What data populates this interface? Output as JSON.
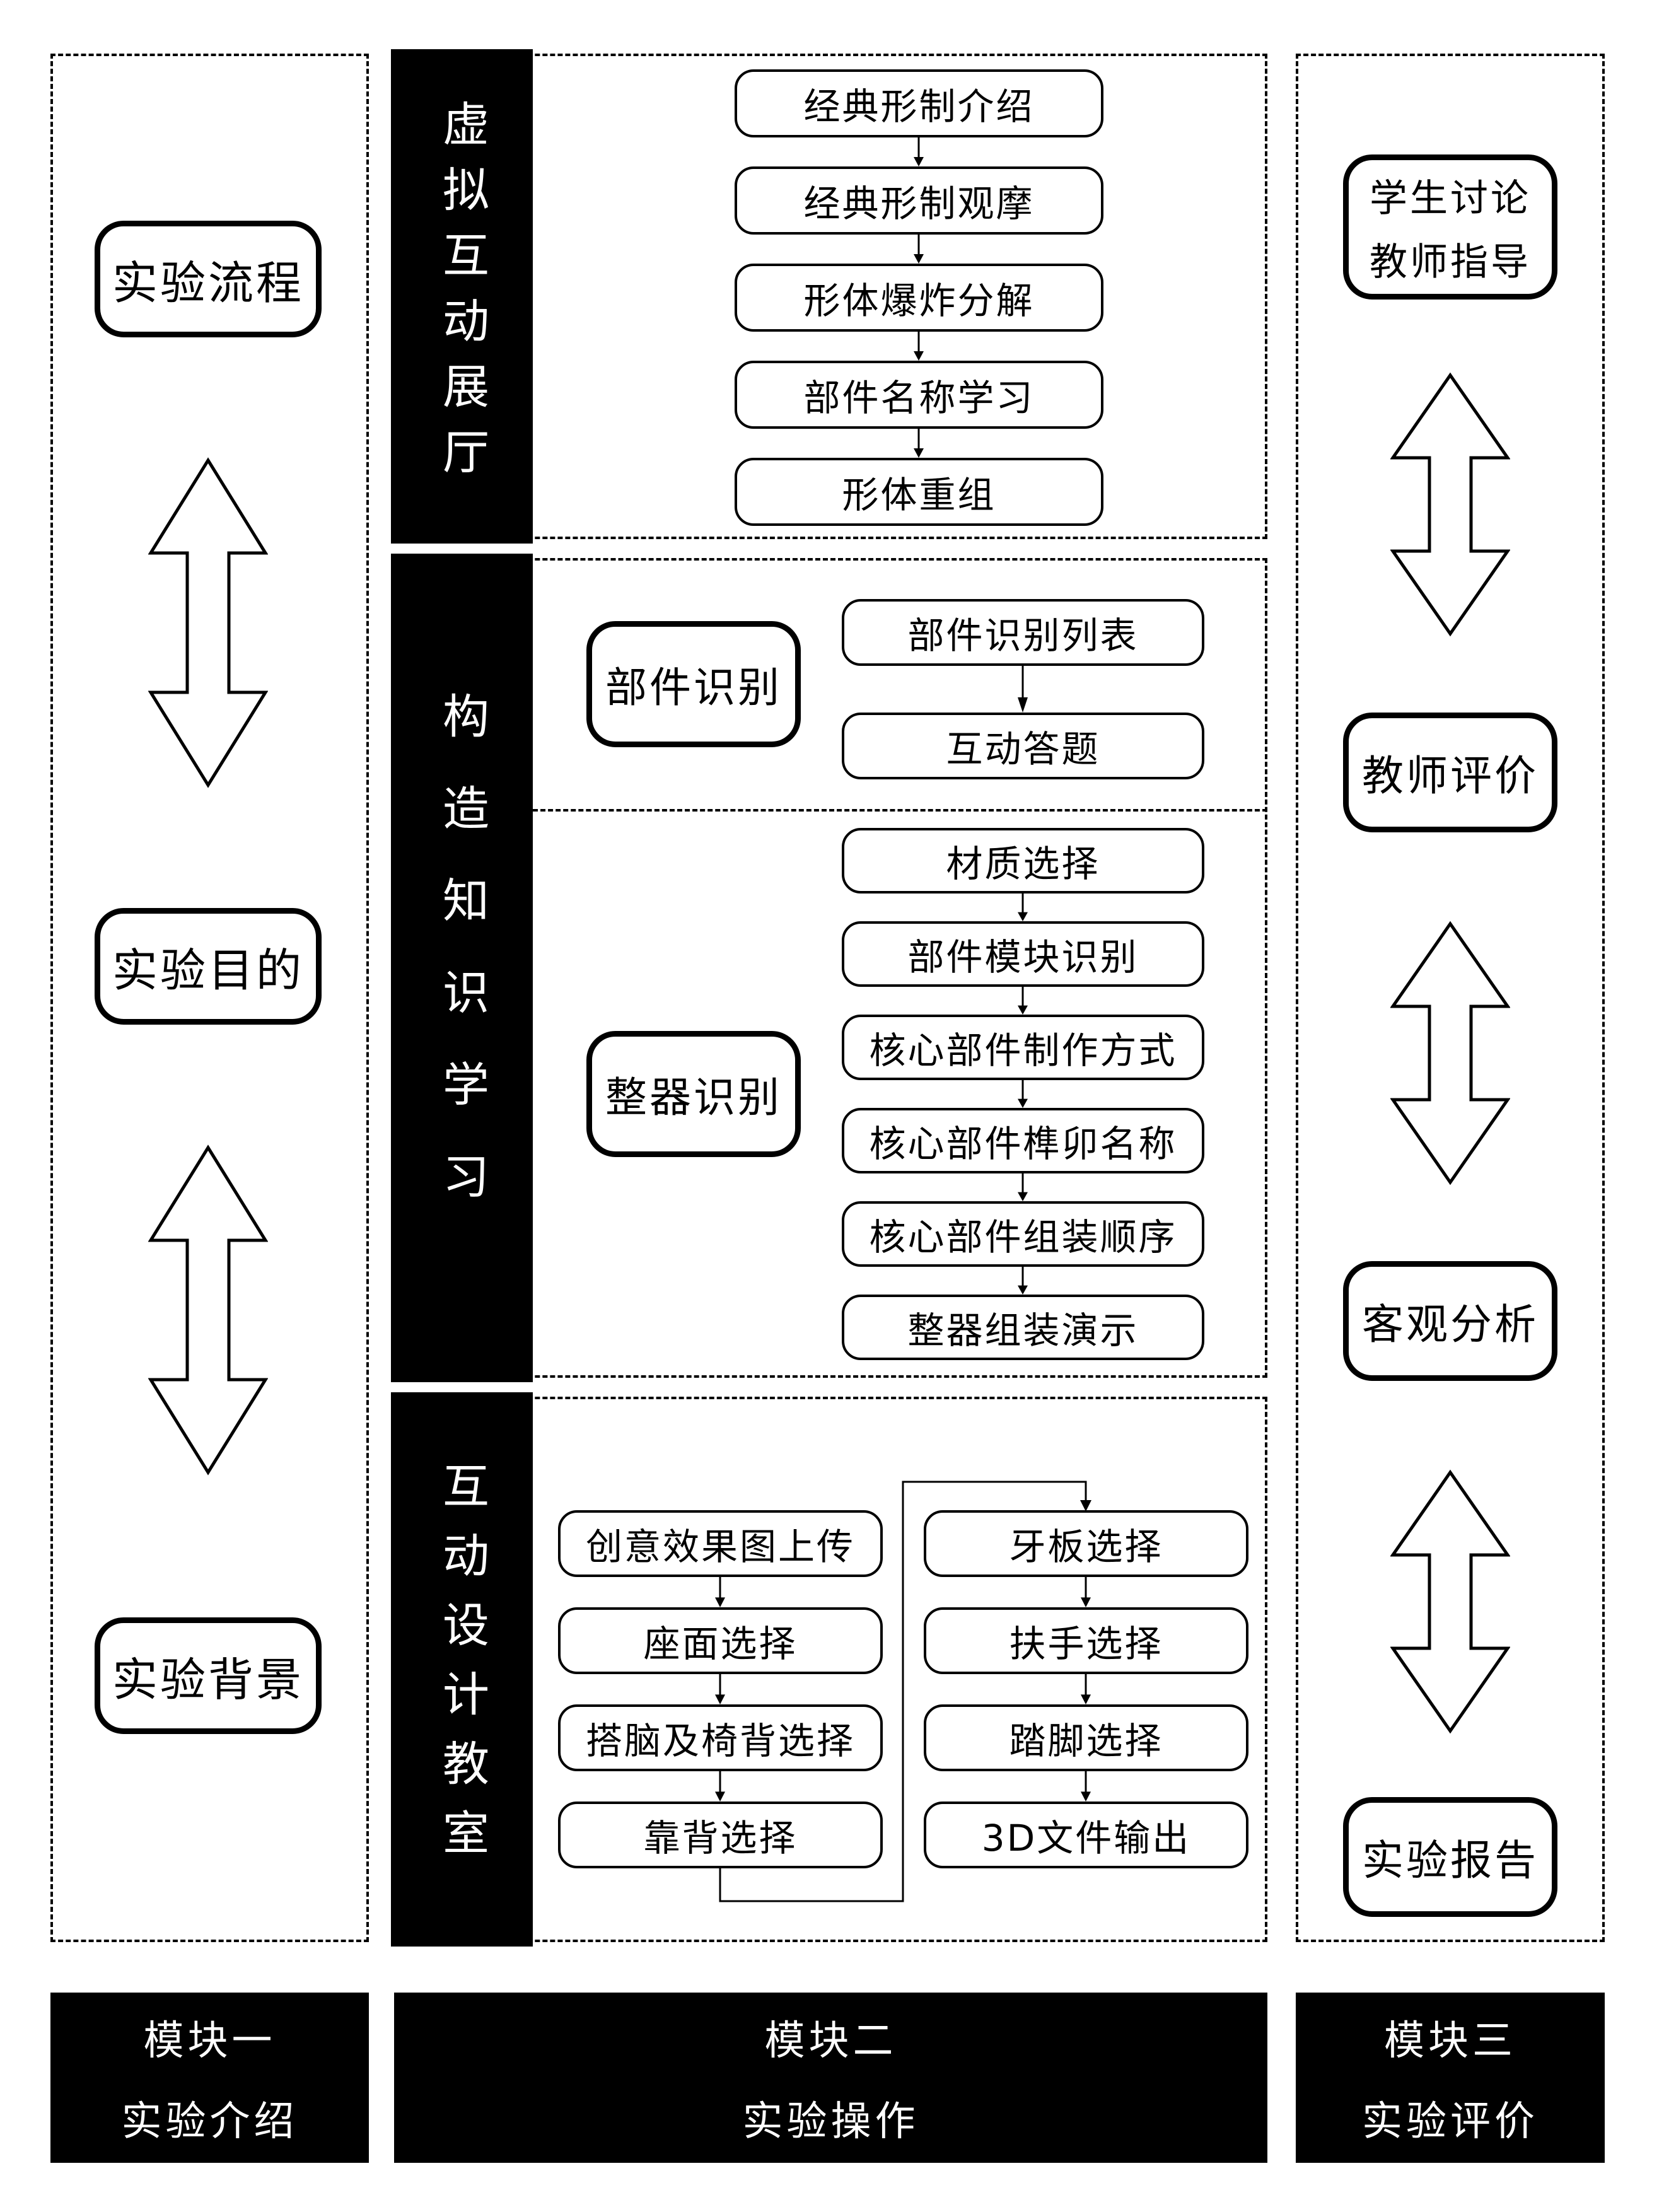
{
  "colors": {
    "ink": "#000000",
    "paper": "#ffffff"
  },
  "icons": {
    "double_arrow": "double-arrow-icon",
    "flow_arrow": "down-arrow-icon",
    "connector": "elbow-connector"
  },
  "left_column": {
    "items": [
      {
        "label": "实验流程"
      },
      {
        "label": "实验目的"
      },
      {
        "label": "实验背景"
      }
    ]
  },
  "middle": {
    "sections": [
      {
        "strip": "虚拟互动展厅",
        "chain": [
          "经典形制介绍",
          "经典形制观摩",
          "形体爆炸分解",
          "部件名称学习",
          "形体重组"
        ]
      },
      {
        "strip": "构造知识学习",
        "subs": [
          {
            "side": "部件识别",
            "chain": [
              "部件识别列表",
              "互动答题"
            ]
          },
          {
            "side": "整器识别",
            "chain": [
              "材质选择",
              "部件模块识别",
              "核心部件制作方式",
              "核心部件榫卯名称",
              "核心部件组装顺序",
              "整器组装演示"
            ]
          }
        ]
      },
      {
        "strip": "互动设计教室",
        "left_chain": [
          "创意效果图上传",
          "座面选择",
          "搭脑及椅背选择",
          "靠背选择"
        ],
        "right_chain": [
          "牙板选择",
          "扶手选择",
          "踏脚选择",
          "3D文件输出"
        ]
      }
    ]
  },
  "right_column": {
    "items": [
      {
        "lines": [
          "学生讨论",
          "教师指导"
        ]
      },
      {
        "label": "教师评价"
      },
      {
        "label": "客观分析"
      },
      {
        "label": "实验报告"
      }
    ]
  },
  "footer": {
    "modules": [
      {
        "line1": "模块一",
        "line2": "实验介绍"
      },
      {
        "line1": "模块二",
        "line2": "实验操作"
      },
      {
        "line1": "模块三",
        "line2": "实验评价"
      }
    ]
  }
}
